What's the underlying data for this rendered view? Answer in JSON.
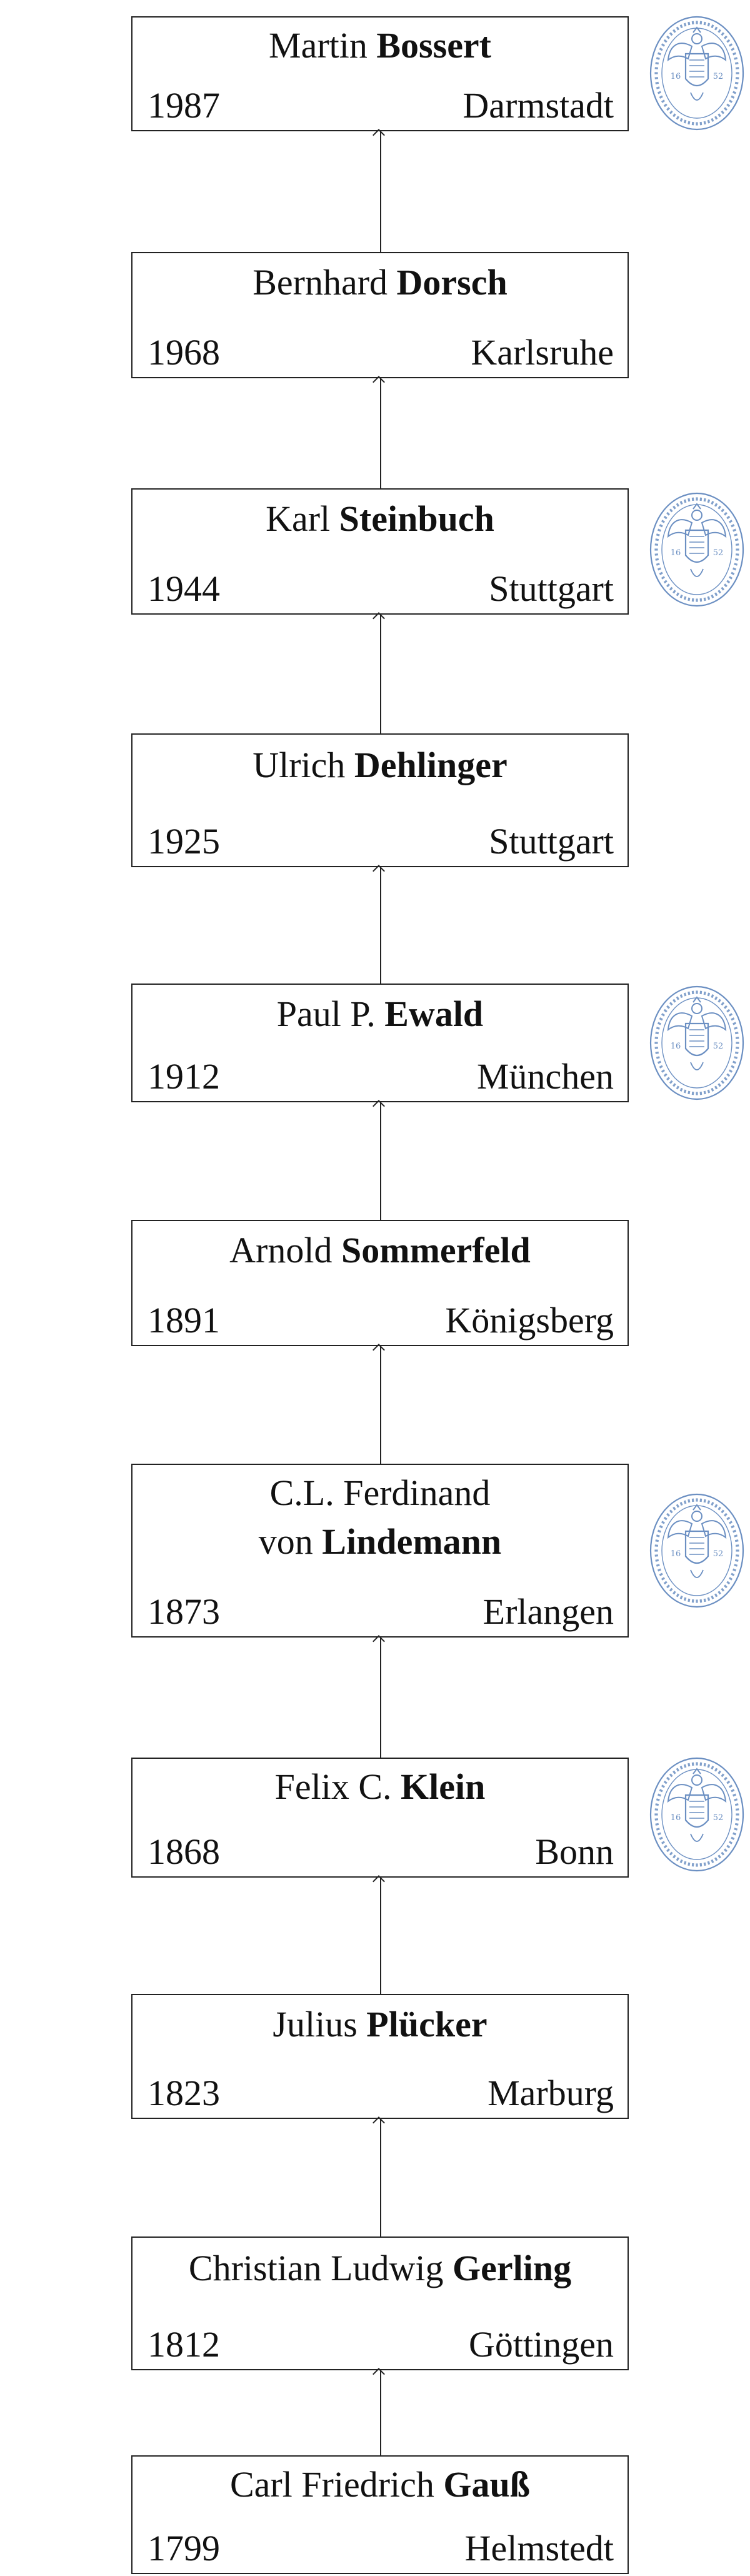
{
  "lineage": [
    {
      "given": "Martin",
      "surname": "Bossert",
      "year": "1987",
      "place": "Darmstadt",
      "seal": true
    },
    {
      "given": "Bernhard",
      "surname": "Dorsch",
      "year": "1968",
      "place": "Karlsruhe",
      "seal": false
    },
    {
      "given": "Karl",
      "surname": "Steinbuch",
      "year": "1944",
      "place": "Stuttgart",
      "seal": true
    },
    {
      "given": "Ulrich",
      "surname": "Dehlinger",
      "year": "1925",
      "place": "Stuttgart",
      "seal": false
    },
    {
      "given": "Paul P.",
      "surname": "Ewald",
      "year": "1912",
      "place": "München",
      "seal": true
    },
    {
      "given": "Arnold",
      "surname": "Sommerfeld",
      "year": "1891",
      "place": "Königsberg",
      "seal": false
    },
    {
      "given_line1": "C.L. Ferdinand",
      "given": "von",
      "surname": "Lindemann",
      "year": "1873",
      "place": "Erlangen",
      "seal": true
    },
    {
      "given": "Felix C.",
      "surname": "Klein",
      "year": "1868",
      "place": "Bonn",
      "seal": true
    },
    {
      "given": "Julius",
      "surname": "Plücker",
      "year": "1823",
      "place": "Marburg",
      "seal": false
    },
    {
      "given": "Christian Ludwig",
      "surname": "Gerling",
      "year": "1812",
      "place": "Göttingen",
      "seal": false
    },
    {
      "given": "Carl Friedrich",
      "surname": "Gauß",
      "year": "1799",
      "place": "Helmstedt",
      "seal": false
    }
  ],
  "seal_text": "CAROLINAE NATURAE CURIOSORUM ACADEMIAE CAESAREAE LEOPOLDINAE",
  "seal_years": [
    "16",
    "52"
  ],
  "colors": {
    "seal": "#6b8fc2",
    "border": "#222222"
  }
}
